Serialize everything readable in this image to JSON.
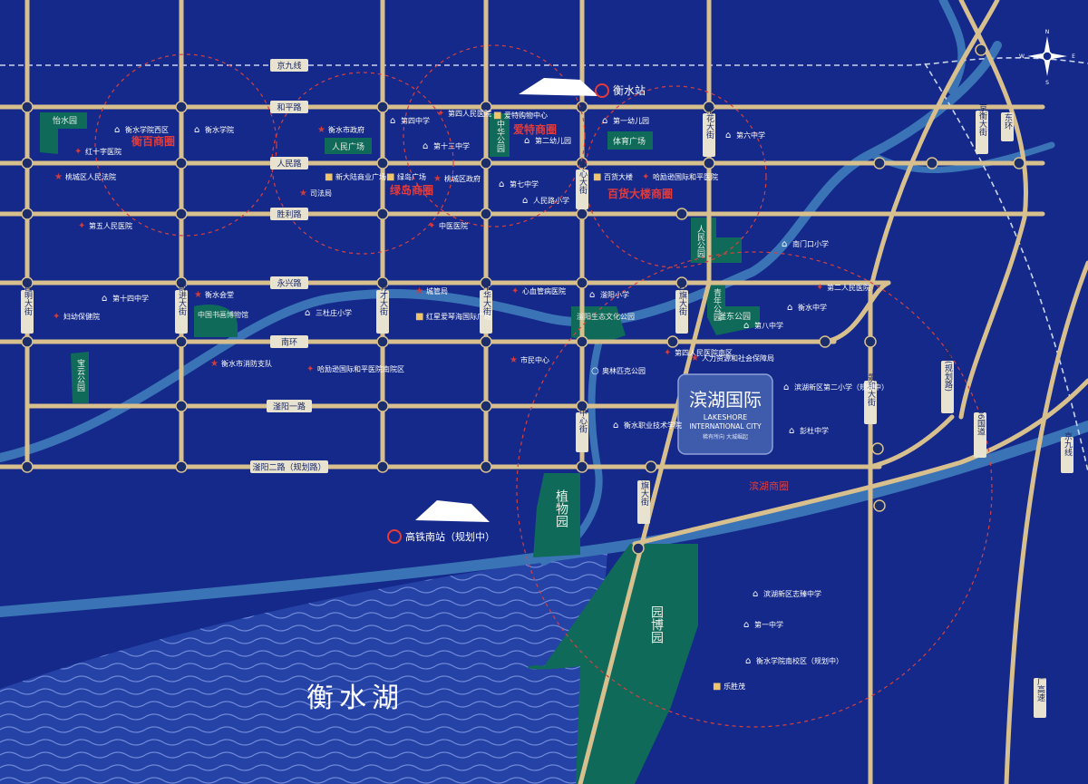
{
  "map": {
    "project": {
      "name": "滨湖国际",
      "en1": "LAKESHORE",
      "en2": "INTERNATIONAL CITY",
      "slogan": "稀有所向 大城崛起"
    },
    "compass": {
      "n": "N",
      "s": "S",
      "e": "E",
      "w": "W"
    },
    "stations": {
      "north": "衡水站",
      "south": "高铁南站（规划中）"
    },
    "lake": "衡水湖",
    "roads": {
      "jingjiu": "京九线",
      "heping": "和平路",
      "renmin": "人民路",
      "shengli": "胜利路",
      "yongxing": "永兴路",
      "nanhuan": "南环",
      "fuyang1": "滏阳一路",
      "fuyang2": "滏阳二路（规划路）",
      "changming": "昌明大街",
      "qianjin": "前进大街",
      "yucai": "育才大街",
      "zhonghua": "中华大街",
      "zhongxin": "中心大街",
      "zhongxin2": "中心街",
      "hongqi": "红旗大街",
      "hongqi2": "红旗大街",
      "qinghua": "榕花大街",
      "jinghua": "景和大街",
      "dongfeng": "京衡大街",
      "donghuan": "东环",
      "dongsheng": "东升(规划路)",
      "g106": "106国道",
      "jingjiu2": "京九线",
      "dagang": "大广高速"
    },
    "districts": {
      "hengbai": "衡百商圈",
      "lvdao": "绿岛商圈",
      "aite": "爱特商圈",
      "baihuo": "百货大楼商圈",
      "binhu": "滨湖商圈"
    },
    "parks": {
      "yiyuan": "怡水园",
      "renminguangchang": "人民广场",
      "zhonghuagongyuan": "中华公园",
      "tiyuguangchang": "体育广场",
      "renmingongyuan": "人民公园",
      "baoyungongyuan": "宝云公园",
      "shuhua": "中国书画博物馆",
      "fuyang_eco": "滏阳生态文化公园",
      "qingnian": "青年公园",
      "fudong": "滏东公园",
      "zhiwuyuan": "植物园",
      "yuanboyuan": "园博园"
    },
    "pois": [
      {
        "name": "衡水学院西区",
        "type": "school"
      },
      {
        "name": "衡水学院",
        "type": "school"
      },
      {
        "name": "红十字医院",
        "type": "hospital"
      },
      {
        "name": "桃城区人民法院",
        "type": "gov"
      },
      {
        "name": "衡水市政府",
        "type": "gov"
      },
      {
        "name": "新大陆商业广场",
        "type": "shop"
      },
      {
        "name": "司法局",
        "type": "gov"
      },
      {
        "name": "第四中学",
        "type": "school"
      },
      {
        "name": "第十三中学",
        "type": "school"
      },
      {
        "name": "第四人民医院",
        "type": "hospital"
      },
      {
        "name": "绿岛广场",
        "type": "shop"
      },
      {
        "name": "桃城区政府",
        "type": "gov"
      },
      {
        "name": "爱特购物中心",
        "type": "shop"
      },
      {
        "name": "第二幼儿园",
        "type": "school"
      },
      {
        "name": "第一幼儿园",
        "type": "school"
      },
      {
        "name": "第七中学",
        "type": "school"
      },
      {
        "name": "人民路小学",
        "type": "school"
      },
      {
        "name": "百货大楼",
        "type": "shop"
      },
      {
        "name": "哈励逊国际和平医院",
        "type": "hospital"
      },
      {
        "name": "第六中学",
        "type": "school"
      },
      {
        "name": "第五人民医院",
        "type": "hospital"
      },
      {
        "name": "中医医院",
        "type": "hospital"
      },
      {
        "name": "南门口小学",
        "type": "school"
      },
      {
        "name": "第十四中学",
        "type": "school"
      },
      {
        "name": "衡水会堂",
        "type": "gov"
      },
      {
        "name": "妇幼保健院",
        "type": "hospital"
      },
      {
        "name": "三杜庄小学",
        "type": "school"
      },
      {
        "name": "城管局",
        "type": "gov"
      },
      {
        "name": "心血管病医院",
        "type": "hospital"
      },
      {
        "name": "红星爱琴海国际广场",
        "type": "shop"
      },
      {
        "name": "滏阳小学",
        "type": "school"
      },
      {
        "name": "第二人民医院",
        "type": "hospital"
      },
      {
        "name": "衡水中学",
        "type": "school"
      },
      {
        "name": "第八中学",
        "type": "school"
      },
      {
        "name": "衡水市消防支队",
        "type": "gov"
      },
      {
        "name": "哈励逊国际和平医院南院区",
        "type": "hospital"
      },
      {
        "name": "市民中心",
        "type": "gov"
      },
      {
        "name": "奥林匹克公园",
        "type": "park"
      },
      {
        "name": "第四人民医院南区",
        "type": "hospital"
      },
      {
        "name": "人力资源和社会保障局",
        "type": "gov"
      },
      {
        "name": "滨湖新区第二小学（规划中）",
        "type": "school"
      },
      {
        "name": "衡水职业技术学院",
        "type": "school"
      },
      {
        "name": "彭杜中学",
        "type": "school"
      },
      {
        "name": "滨湖新区志臻中学",
        "type": "school"
      },
      {
        "name": "第一中学",
        "type": "school"
      },
      {
        "name": "衡水学院南校区（规划中）",
        "type": "school"
      },
      {
        "name": "乐胜茂",
        "type": "shop"
      }
    ],
    "colors": {
      "bg": "#14298a",
      "road": "#d8c08e",
      "river": "#3f77b7",
      "park": "#0f6a5a",
      "lake": "#2744a8",
      "hospital": "#d43a3a",
      "district": "#e33b3b"
    }
  }
}
